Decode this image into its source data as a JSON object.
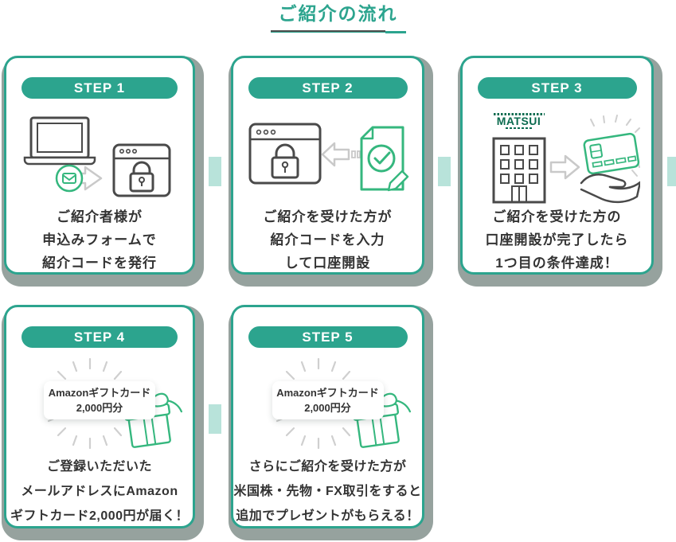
{
  "header": {
    "title": "ご紹介の流れ"
  },
  "colors": {
    "accent_teal": "#2CA48E",
    "connector_teal": "#B8E3DA",
    "card_shadow_gray": "#96A29E",
    "body_text": "#333333",
    "illustration_green": "#35B77E",
    "icon_outline_gray": "#4A4A4A",
    "ray_gray": "#CFCFCF",
    "matsui_logo_green": "#0B6B4F"
  },
  "steps": [
    {
      "label": "STEP 1",
      "lines": [
        "ご紹介者様が",
        "申込みフォームで",
        "紹介コードを発行"
      ],
      "icons": [
        "laptop-icon",
        "mail-icon",
        "arrow-right-icon",
        "secure-browser-lock-icon"
      ]
    },
    {
      "label": "STEP 2",
      "lines": [
        "ご紹介を受けた方が",
        "紹介コードを入力",
        "して口座開設"
      ],
      "icons": [
        "secure-browser-lock-icon",
        "arrow-left-icon",
        "document-check-pencil-icon"
      ]
    },
    {
      "label": "STEP 3",
      "lines": [
        "ご紹介を受けた方の",
        "口座開設が完了したら",
        "1つ目の条件達成！"
      ],
      "logo": "MATSUI",
      "icons": [
        "matsui-building-icon",
        "arrow-right-icon",
        "hand-credit-card-icon",
        "sunburst-icon"
      ]
    },
    {
      "label": "STEP 4",
      "lines": [
        "ご登録いただいた",
        "メールアドレスにAmazon",
        "ギフトカード2,000円が届く！"
      ],
      "badge": {
        "line1": "Amazonギフトカード",
        "line2": "2,000円分"
      },
      "icons": [
        "sunburst-icon",
        "gift-box-icon"
      ]
    },
    {
      "label": "STEP 5",
      "lines": [
        "さらにご紹介を受けた方が",
        "米国株・先物・FX取引をすると",
        "追加でプレゼントがもらえる！"
      ],
      "badge": {
        "line1": "Amazonギフトカード",
        "line2": "2,000円分"
      },
      "icons": [
        "sunburst-icon",
        "gift-box-icon"
      ]
    }
  ]
}
